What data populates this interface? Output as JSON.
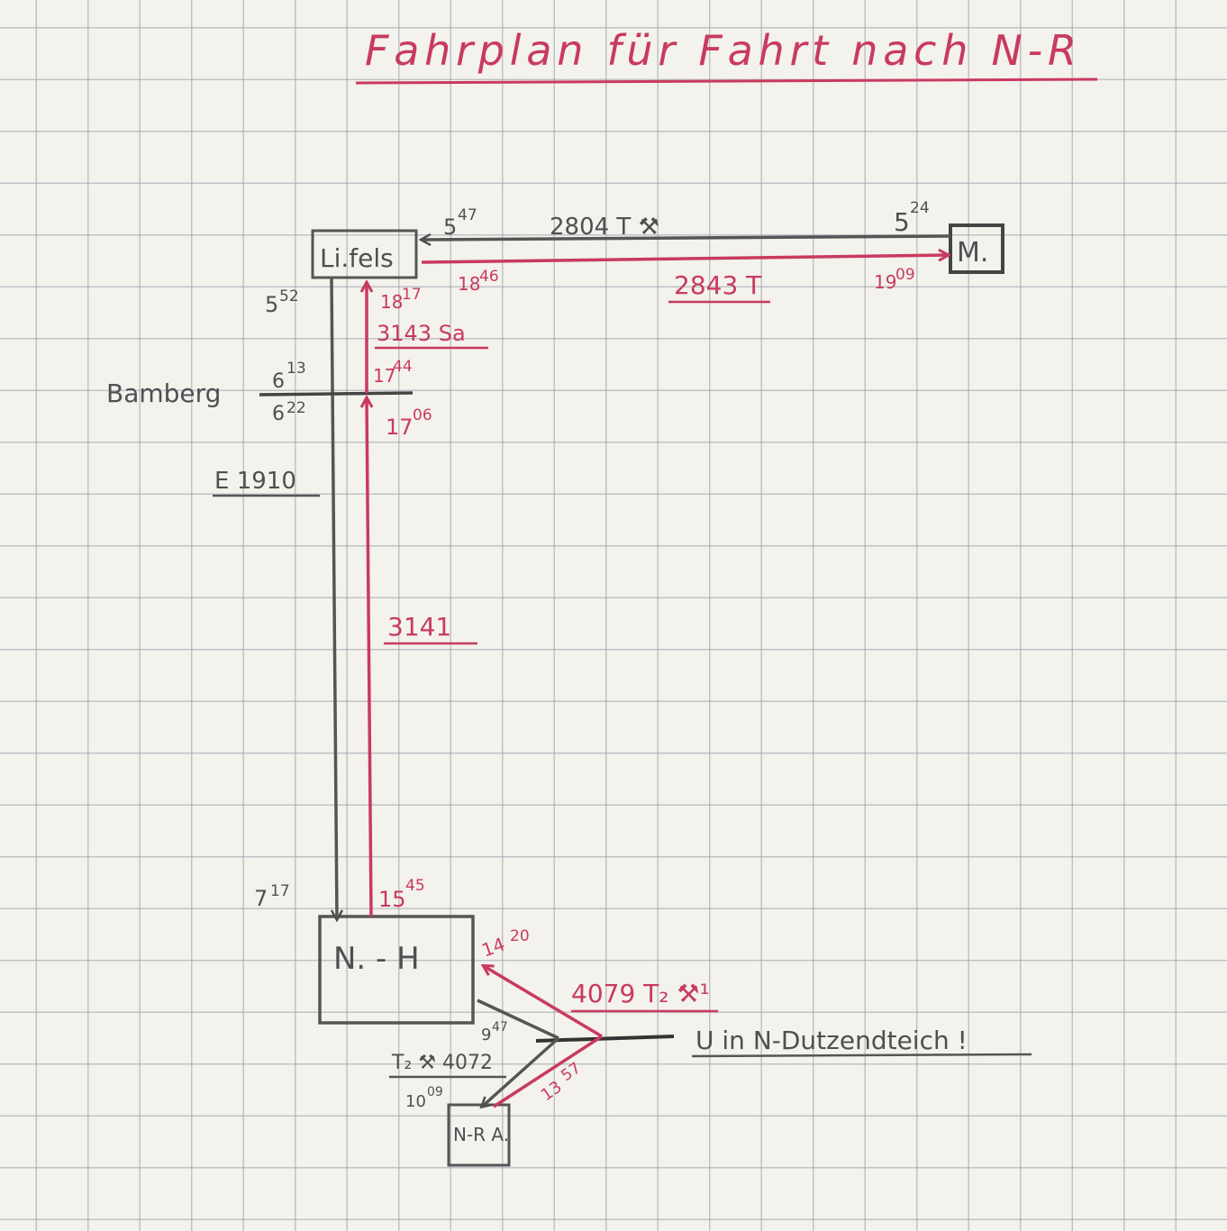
{
  "title": "Fahrplan für Fahrt nach N-R",
  "colors": {
    "pencil": "#4f4f52",
    "red_ink": "#c93a5e",
    "paper": "#f3f2ec"
  },
  "stations": {
    "lichtenfels": "Li.fels",
    "m": "M.",
    "bamberg": "Bamberg",
    "nh": "N. - H",
    "nra": "N-R A."
  },
  "routes": {
    "t2804": {
      "train": "2804 T ⚒",
      "dep": "5",
      "dep_sup": "24",
      "arr": "5",
      "arr_sup": "47"
    },
    "t2843": {
      "train": "2843 T",
      "dep": "18",
      "dep_sup": "46",
      "arr": "19",
      "arr_sup": "09"
    },
    "e1910": {
      "train": "E 1910",
      "dep": "5",
      "dep_sup": "52",
      "bam_arr": "6",
      "bam_arr_sup": "13",
      "bam_dep": "6",
      "bam_dep_sup": "22",
      "arr": "7",
      "arr_sup": "17"
    },
    "t3141": {
      "train": "3141",
      "dep": "15",
      "dep_sup": "45",
      "bam_arr": "17",
      "bam_arr_sup": "06"
    },
    "t3143": {
      "train": "3143 Sa",
      "dep": "17",
      "dep_sup": "44",
      "arr": "18",
      "arr_sup": "17"
    },
    "t4079": {
      "train": "4079 T₂ ⚒¹",
      "dep": "13",
      "dep_sup": "57",
      "arr": "14",
      "arr_sup": "20"
    },
    "t4072": {
      "train": "T₂ ⚒ 4072",
      "dep": "9",
      "dep_sup": "47",
      "arr": "10",
      "arr_sup": "09"
    }
  },
  "note": "U in N-Dutzendteich !"
}
